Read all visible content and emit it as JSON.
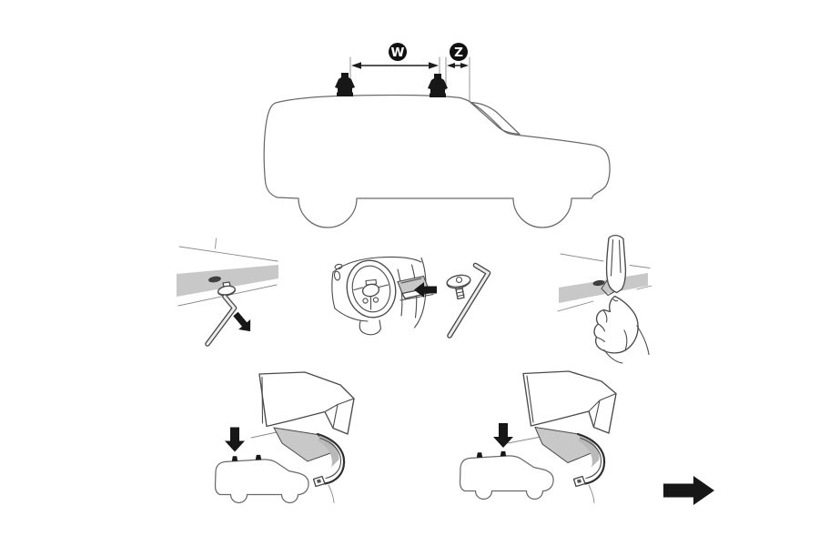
{
  "labels": {
    "w": "W",
    "z": "Z"
  },
  "colors": {
    "background": "#ffffff",
    "line": "#4a4a4a",
    "solid_black": "#171717",
    "shade_gray": "#c8c8c8",
    "shade_gray_dark": "#b9b9b9",
    "hole_gray": "#3f3f3f",
    "badge_bg": "#111111",
    "badge_text": "#ffffff"
  },
  "icons": {
    "w_dimension_badge": "circled-letter-W",
    "z_dimension_badge": "circled-letter-Z",
    "w_dimension_arrow": "double-headed-horizontal-arrow",
    "z_dimension_arrow": "double-headed-horizontal-arrow",
    "unscrew_arrow": "solid-arrow-down-right",
    "stow_in_dash_arrow": "solid-arrow-left",
    "front_foot_position_arrow": "solid-arrow-down",
    "rear_foot_position_arrow": "solid-arrow-down",
    "next_page_arrow": "solid-arrow-right"
  }
}
